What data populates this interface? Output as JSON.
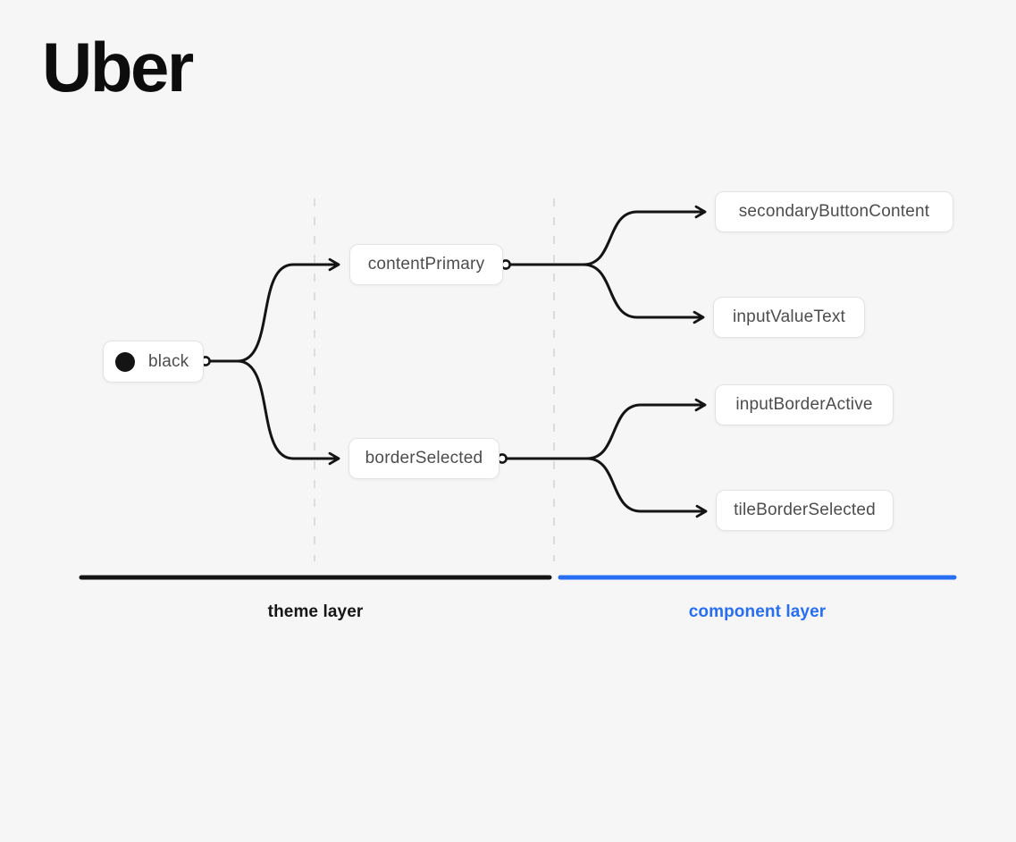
{
  "brand": {
    "logo_text": "Uber"
  },
  "diagram": {
    "type": "design-token-flow",
    "nodes": {
      "black": {
        "label": "black",
        "swatch_color": "#141414",
        "layer": "theme"
      },
      "contentPrimary": {
        "label": "contentPrimary",
        "layer": "theme"
      },
      "borderSelected": {
        "label": "borderSelected",
        "layer": "theme"
      },
      "secondaryButtonContent": {
        "label": "secondaryButtonContent",
        "layer": "component"
      },
      "inputValueText": {
        "label": "inputValueText",
        "layer": "component"
      },
      "inputBorderActive": {
        "label": "inputBorderActive",
        "layer": "component"
      },
      "tileBorderSelected": {
        "label": "tileBorderSelected",
        "layer": "component"
      }
    },
    "edges": [
      {
        "from": "black",
        "to": "contentPrimary"
      },
      {
        "from": "black",
        "to": "borderSelected"
      },
      {
        "from": "contentPrimary",
        "to": "secondaryButtonContent"
      },
      {
        "from": "contentPrimary",
        "to": "inputValueText"
      },
      {
        "from": "borderSelected",
        "to": "inputBorderActive"
      },
      {
        "from": "borderSelected",
        "to": "tileBorderSelected"
      }
    ]
  },
  "legend": {
    "theme_label": "theme layer",
    "component_label": "component layer",
    "theme_color": "#141414",
    "component_color": "#276ef1"
  }
}
